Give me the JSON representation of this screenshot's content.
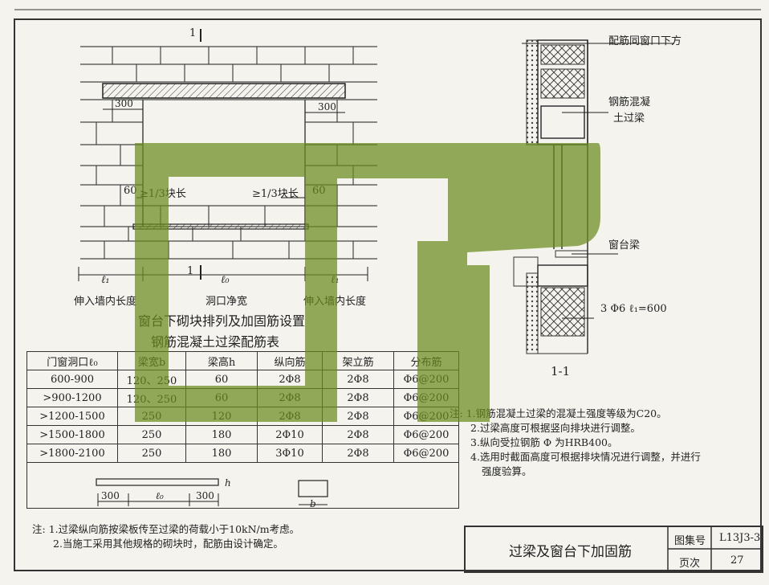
{
  "elevation": {
    "section_mark_top": "1",
    "section_mark_bottom": "1",
    "dim_300_left": "300",
    "dim_300_right": "300",
    "dim_60_left": "60",
    "dim_60_right": "60",
    "third_block_left": "≥1/3块长",
    "third_block_right": "≥1/3块长",
    "l1_left": "ℓ₁",
    "l0_mid": "ℓ₀",
    "l1_right": "ℓ₁",
    "embed_left": "伸入墙内长度",
    "opening_width": "洞口净宽",
    "embed_right": "伸入墙内长度"
  },
  "captions": {
    "caption1": "窗台下砌块排列及加固筋设置",
    "caption2": "钢筋混凝土过梁配筋表"
  },
  "table": {
    "headers": [
      "门窗洞口ℓ₀",
      "梁宽b",
      "梁高h",
      "纵向筋",
      "架立筋",
      "分布筋"
    ],
    "rows": [
      [
        "600-900",
        "120、250",
        "60",
        "2Φ8",
        "2Φ8",
        "Φ6@200"
      ],
      [
        ">900-1200",
        "120、250",
        "60",
        "2Φ8",
        "2Φ8",
        "Φ6@200"
      ],
      [
        ">1200-1500",
        "250",
        "120",
        "2Φ8",
        "2Φ8",
        "Φ6@200"
      ],
      [
        ">1500-1800",
        "250",
        "180",
        "2Φ10",
        "2Φ8",
        "Φ6@200"
      ],
      [
        ">1800-2100",
        "250",
        "180",
        "3Φ10",
        "2Φ8",
        "Φ6@200"
      ]
    ]
  },
  "beam_sketch": {
    "d300a": "300",
    "l0": "ℓ₀",
    "d300b": "300",
    "h": "h",
    "b": "b"
  },
  "section": {
    "label1": "配筋同窗口下方",
    "label2a": "钢筋混凝",
    "label2b": "土过梁",
    "label3": "窗台梁",
    "label4": "3 Φ6  ℓ₁=600",
    "name": "1-1"
  },
  "notes_right": {
    "prefix": "注:",
    "items": [
      "1.钢筋混凝土过梁的混凝土强度等级为C20。",
      "2.过梁高度可根据竖向排块进行调整。",
      "3.纵向受拉钢筋 Φ 为HRB400。",
      "4.选用时截面高度可根据排块情况进行调整，并进行",
      "强度验算。"
    ]
  },
  "notes_left": {
    "prefix": "注:",
    "items": [
      "1.过梁纵向筋按梁板传至过梁的荷载小于10kN/m考虑。",
      "2.当施工采用其他规格的砌块时，配筋由设计确定。"
    ]
  },
  "title_block": {
    "title": "过梁及窗台下加固筋",
    "atlas_label": "图集号",
    "atlas_value": "L13J3-3",
    "page_label": "页次",
    "page_value": "27"
  },
  "colors": {
    "watermark": "#6b8a1e",
    "ink": "#222222",
    "paper": "#f4f3ee"
  }
}
